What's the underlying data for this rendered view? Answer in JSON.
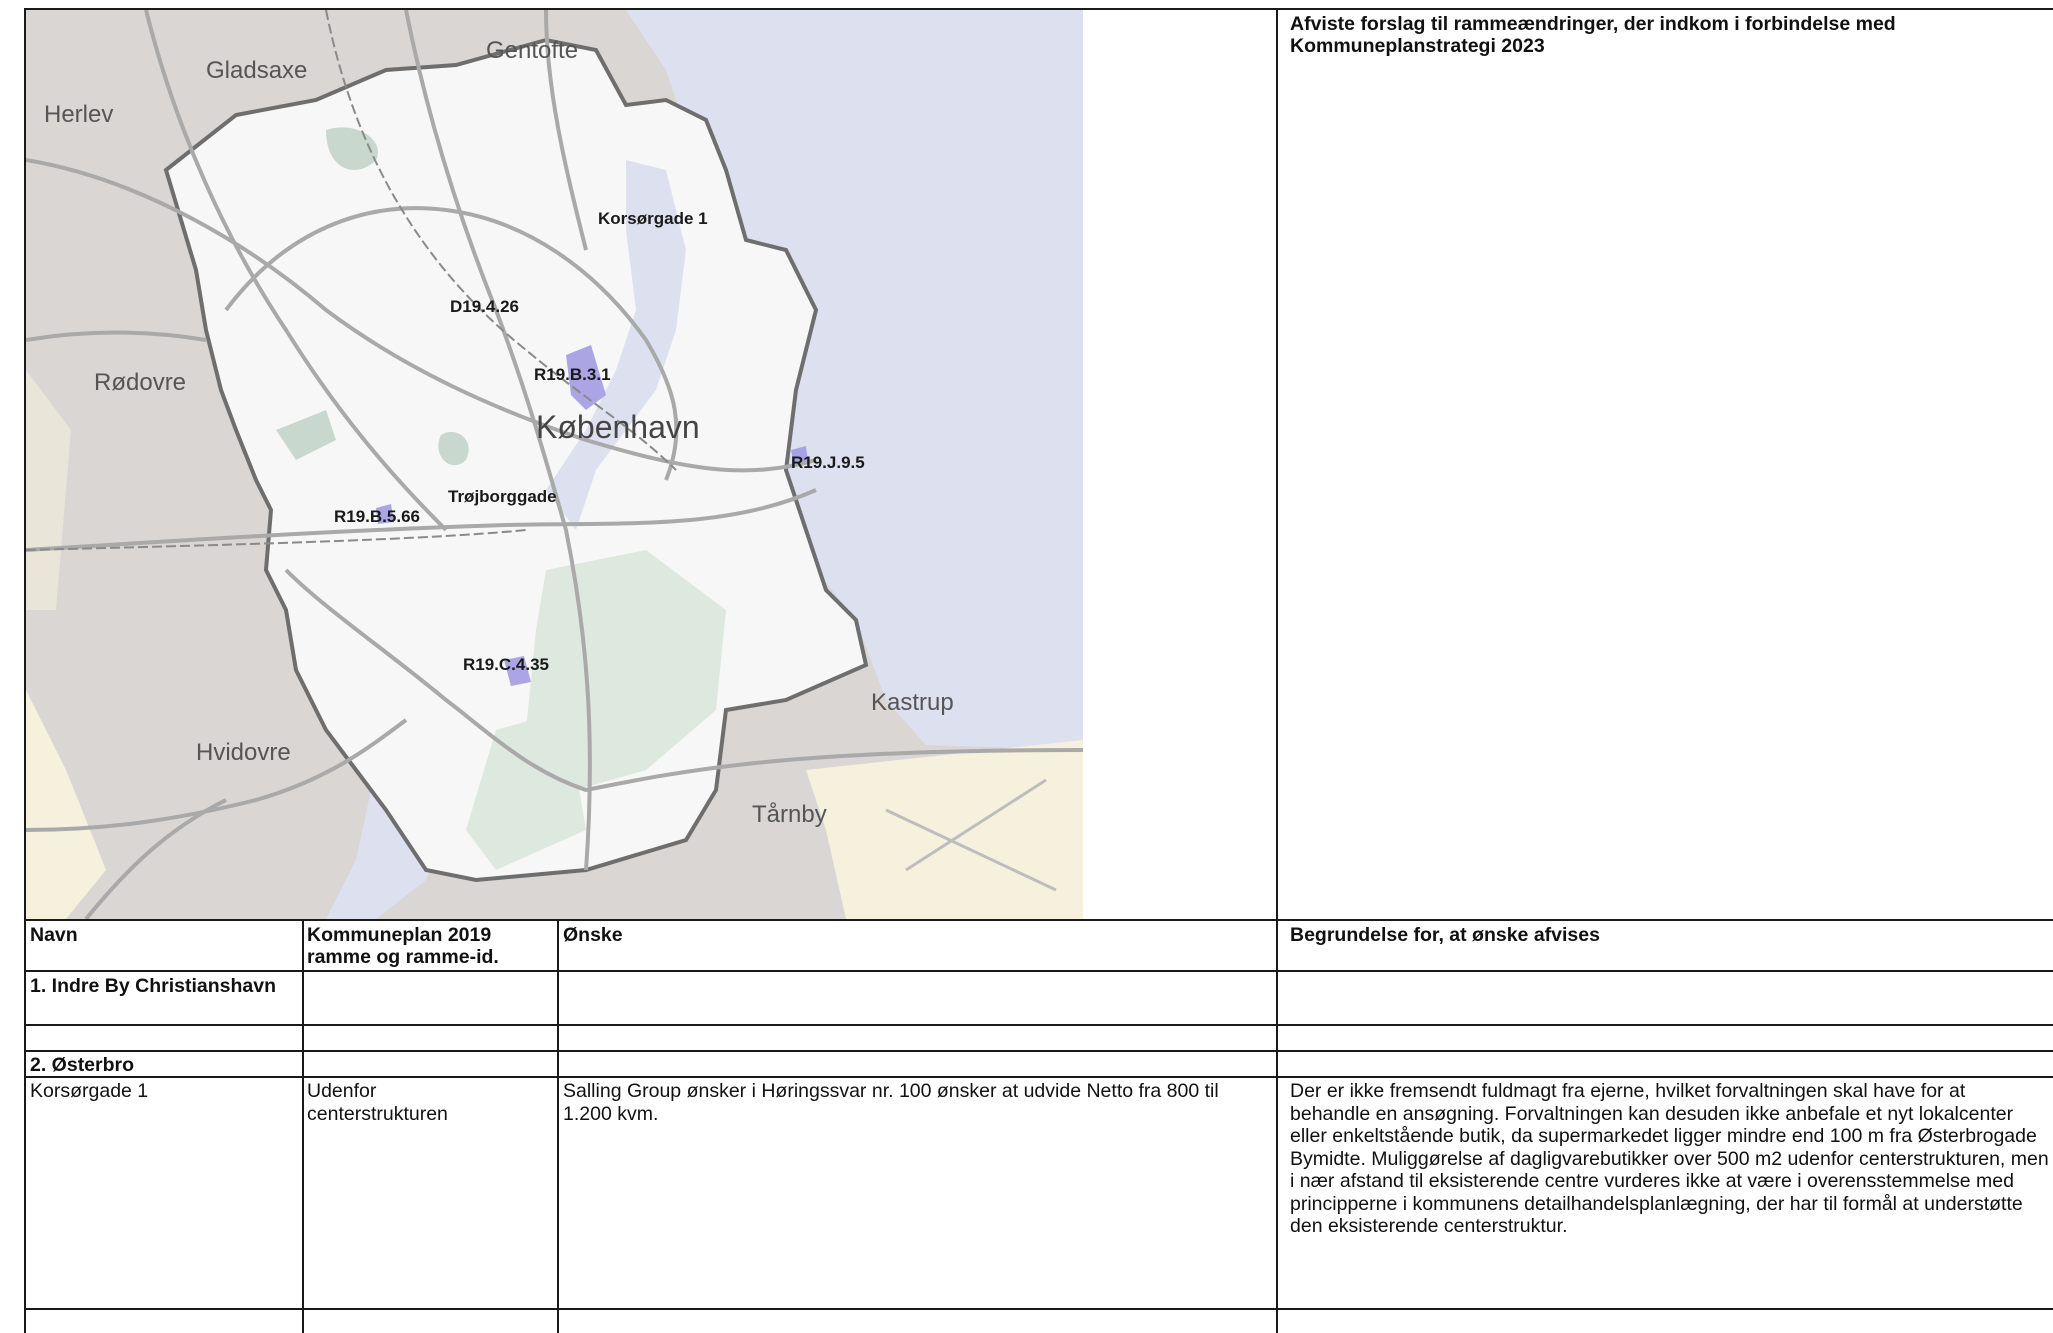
{
  "document": {
    "title": "Afviste forslag til rammeændringer, der indkom i forbindelse med Kommuneplanstrategi 2023"
  },
  "map": {
    "towns": [
      "Gentofte",
      "Gladsaxe",
      "Herlev",
      "Rødovre",
      "København",
      "Hvidovre",
      "Kastrup",
      "Tårnby"
    ],
    "sites": [
      "Korsørgade 1",
      "D19.4.26",
      "R19.B.3.1",
      "R19.J.9.5",
      "Trøjborggade",
      "R19.B.5.66",
      "R19.C.4.35"
    ]
  },
  "table": {
    "headers": [
      "Navn",
      "Kommuneplan 2019 ramme og ramme-id.",
      "Ønske",
      "Begrundelse for, at ønske afvises"
    ],
    "sections": [
      "1. Indre By Christianshavn",
      "2. Østerbro"
    ],
    "row": {
      "navn": "Korsørgade 1",
      "ramme": "Udenfor centerstrukturen",
      "onske": "Salling Group ønsker i Høringssvar nr. 100 ønsker at udvide Netto fra 800 til 1.200 kvm.",
      "begrundelse": "Der er ikke fremsendt fuldmagt fra ejerne, hvilket forvaltningen skal have for at behandle en ansøgning. Forvaltningen kan desuden ikke anbefale et nyt lokalcenter eller enkeltstående butik, da supermarkedet ligger mindre end 100 m fra Østerbrogade Bymidte. Muliggørelse af dagligvarebutikker over 500 m2 udenfor centerstrukturen, men i nær afstand til eksisterende centre vurderes ikke at være i overensstemmelse med principperne i kommunens detailhandelsplanlægning, der har til formål at understøtte den eksisterende centerstruktur."
    }
  }
}
